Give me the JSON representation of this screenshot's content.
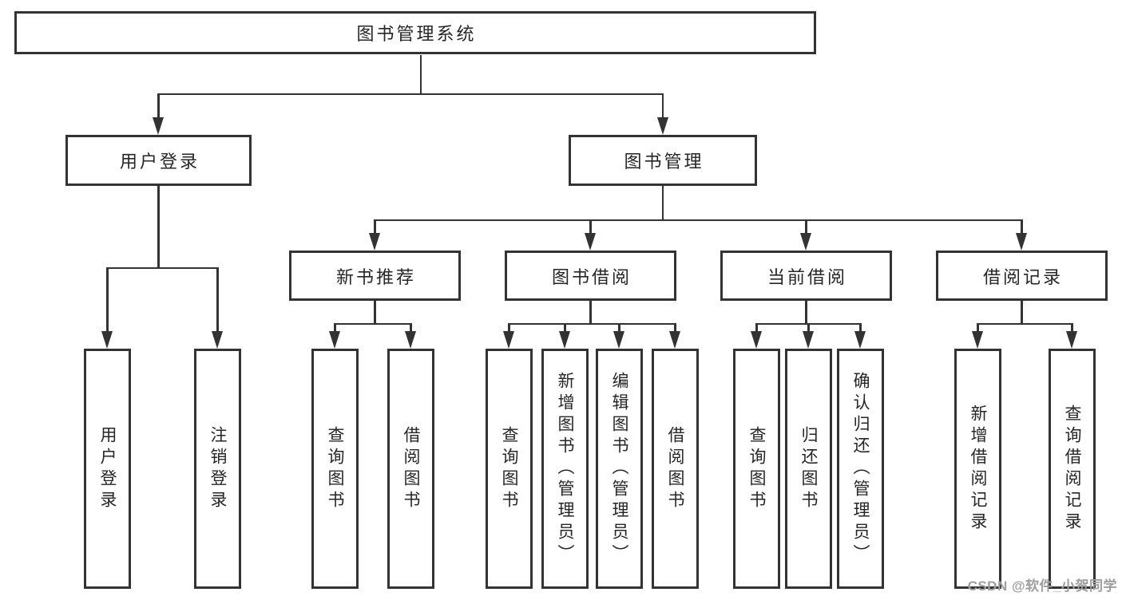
{
  "diagram": {
    "tree": {
      "label": "图书管理系统",
      "children": [
        {
          "label": "用户登录",
          "children": [
            {
              "label": "用户登录"
            },
            {
              "label": "注销登录"
            }
          ]
        },
        {
          "label": "图书管理",
          "children": [
            {
              "label": "新书推荐",
              "children": [
                {
                  "label": "查询图书"
                },
                {
                  "label": "借阅图书"
                }
              ]
            },
            {
              "label": "图书借阅",
              "children": [
                {
                  "label": "查询图书"
                },
                {
                  "label": "新增图书（管理员）"
                },
                {
                  "label": "编辑图书（管理员）"
                },
                {
                  "label": "借阅图书"
                }
              ]
            },
            {
              "label": "当前借阅",
              "children": [
                {
                  "label": "查询图书"
                },
                {
                  "label": "归还图书"
                },
                {
                  "label": "确认归还（管理员）"
                }
              ]
            },
            {
              "label": "借阅记录",
              "children": [
                {
                  "label": "新增借阅记录"
                },
                {
                  "label": "查询借阅记录"
                }
              ]
            }
          ]
        }
      ]
    },
    "connector_style": {
      "arrow": "filled-triangle-down",
      "line_color": "#333333"
    }
  },
  "watermark": {
    "text": "CSDN @软件_小贺同学"
  },
  "colors": {
    "line": "#333333",
    "text": "#262626",
    "background": "#ffffff",
    "watermark": "#9e9e9e"
  }
}
